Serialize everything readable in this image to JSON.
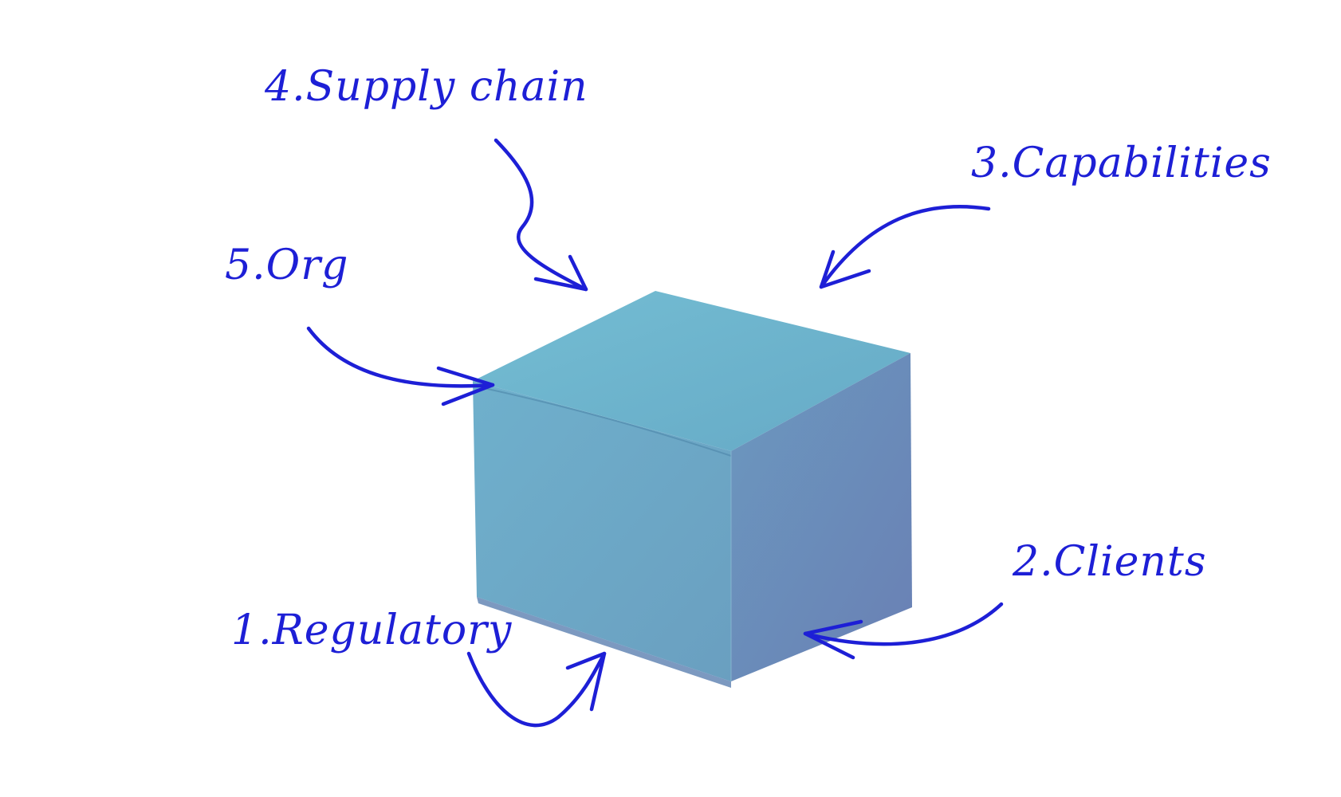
{
  "colors": {
    "ink": "#1d1fd6",
    "box_top": "#6bb4cc",
    "box_front": "#6aa6c4",
    "box_side": "#6a8fb8",
    "box_bottom_edge": "#5b7fb0",
    "background": "#ffffff"
  },
  "labels": [
    {
      "id": "regulatory",
      "text": "1.Regulatory"
    },
    {
      "id": "clients",
      "text": "2.Clients"
    },
    {
      "id": "capabilities",
      "text": "3.Capabilities"
    },
    {
      "id": "supply-chain",
      "text": "4.Supply chain"
    },
    {
      "id": "org",
      "text": "5.Org"
    }
  ]
}
